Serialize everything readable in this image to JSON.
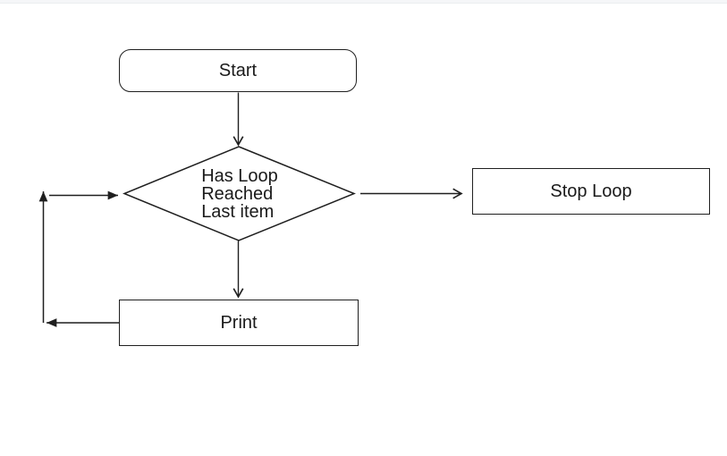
{
  "flowchart": {
    "nodes": {
      "start": {
        "label": "Start",
        "shape": "rounded-rectangle"
      },
      "decision": {
        "lines": [
          "Has Loop",
          "Reached",
          "Last item"
        ],
        "shape": "diamond"
      },
      "stop_loop": {
        "label": "Stop Loop",
        "shape": "rectangle"
      },
      "print": {
        "label": "Print",
        "shape": "rectangle"
      }
    },
    "edges": [
      {
        "from": "start",
        "to": "decision",
        "direction": "down",
        "arrowhead": "open"
      },
      {
        "from": "decision",
        "to": "stop_loop",
        "direction": "right",
        "arrowhead": "open"
      },
      {
        "from": "decision",
        "to": "print",
        "direction": "down",
        "arrowhead": "open"
      },
      {
        "from": "print",
        "to": "decision",
        "direction": "left-up-right loop",
        "arrowhead": "solid"
      }
    ],
    "colors": {
      "stroke": "#1f1f1f",
      "node_fill": "#ffffff",
      "text": "#1a1a1a",
      "background": "#ffffff",
      "top_strip": "#f5f6f8"
    }
  }
}
